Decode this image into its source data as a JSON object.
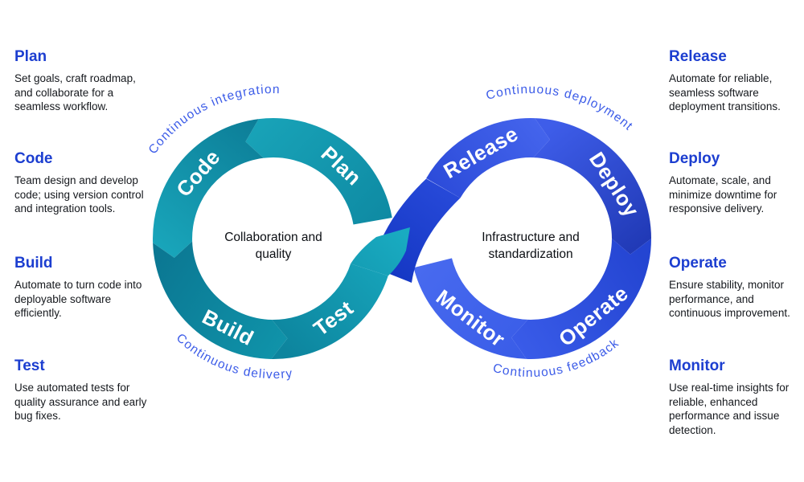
{
  "features": {
    "left": [
      {
        "title": "Plan",
        "desc": "Set goals, craft roadmap, and collaborate for a seamless workflow."
      },
      {
        "title": "Code",
        "desc": "Team design and develop code; using version control and integration tools."
      },
      {
        "title": "Build",
        "desc": "Automate to turn code into deployable software efficiently."
      },
      {
        "title": "Test",
        "desc": "Use automated tests for quality assurance and early bug fixes."
      }
    ],
    "right": [
      {
        "title": "Release",
        "desc": "Automate for reliable, seamless software deployment transitions."
      },
      {
        "title": "Deploy",
        "desc": "Automate, scale, and minimize downtime for responsive delivery."
      },
      {
        "title": "Operate",
        "desc": "Ensure stability, monitor performance, and continuous improvement."
      },
      {
        "title": "Monitor",
        "desc": "Use real-time insights for reliable, enhanced performance and issue detection."
      }
    ]
  },
  "loops": {
    "left": {
      "segments": [
        "Plan",
        "Code",
        "Build",
        "Test"
      ],
      "arc_top": "Continuous integration",
      "arc_bottom": "Continuous delivery",
      "center_line1": "Collaboration and",
      "center_line2": "quality"
    },
    "right": {
      "segments": [
        "Release",
        "Deploy",
        "Operate",
        "Monitor"
      ],
      "arc_top": "Continuous deployment",
      "arc_bottom": "Continuous feedback",
      "center_line1": "Infrastructure and",
      "center_line2": "standardization"
    }
  },
  "colors": {
    "teal": "#17a0b5",
    "teal_dark": "#0c7c96",
    "blue": "#2c50e0",
    "blue_dark": "#1c34ae",
    "heading_blue": "#1c3ed0",
    "arc_text_blue": "#3c5ce8",
    "ring_text": "#ffffff",
    "center_text": "#0b0e13"
  }
}
